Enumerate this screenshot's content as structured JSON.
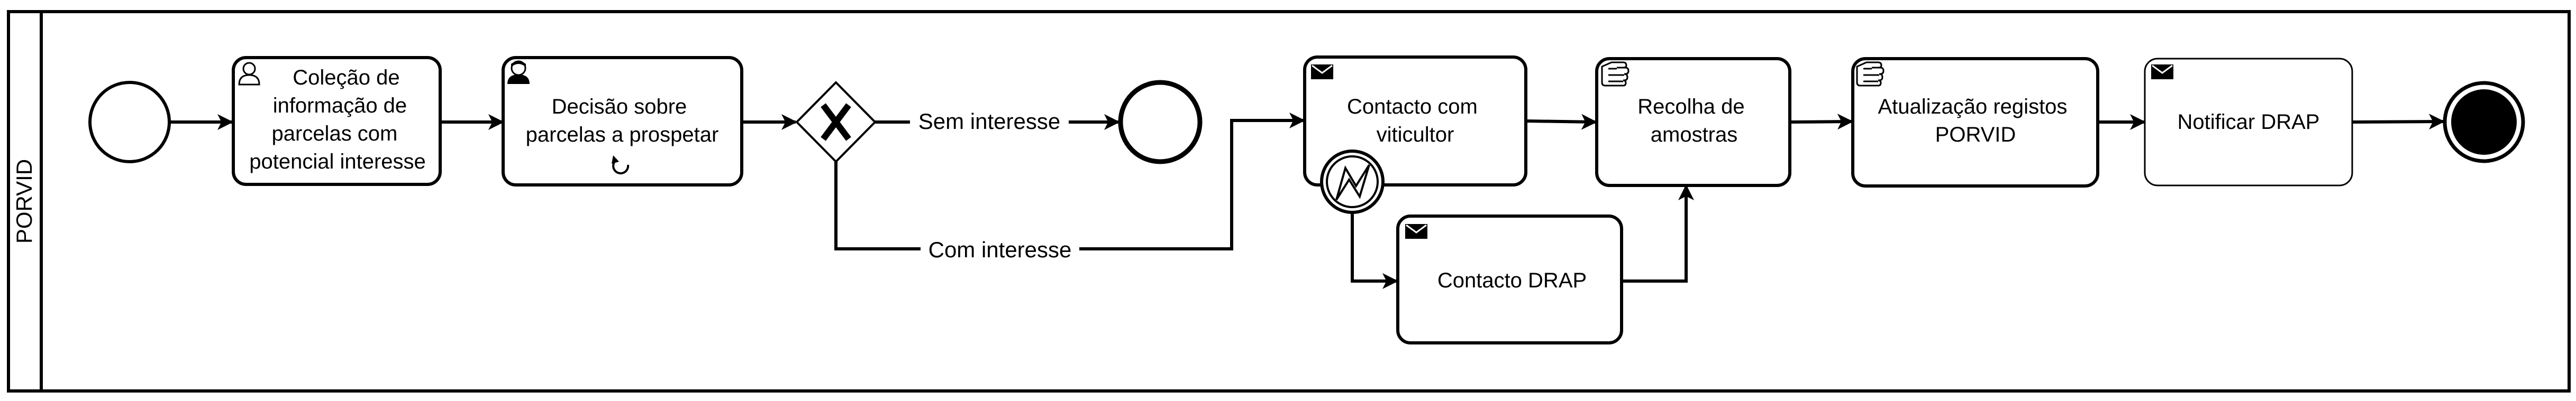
{
  "pool": {
    "label": "PORVID"
  },
  "tasks": {
    "colecao": {
      "lines": [
        "Coleção de",
        "informação de",
        "parcelas com",
        "potencial interesse"
      ],
      "type": "user",
      "icon": "user-task-icon"
    },
    "decisao": {
      "lines": [
        "Decisão sobre",
        "parcelas a prospetar"
      ],
      "type": "manual-loop",
      "icon": "person-task-icon"
    },
    "contacto_viticultor": {
      "lines": [
        "Contacto com",
        "viticultor"
      ],
      "type": "send",
      "icon": "envelope-icon"
    },
    "recolha": {
      "lines": [
        "Recolha de",
        "amostras"
      ],
      "type": "manual",
      "icon": "hand-icon"
    },
    "atualizacao": {
      "lines": [
        "Atualização registos",
        "PORVID"
      ],
      "type": "manual",
      "icon": "hand-icon"
    },
    "notificar": {
      "lines": [
        "Notificar DRAP"
      ],
      "type": "send",
      "icon": "envelope-icon"
    },
    "contacto_drap": {
      "lines": [
        "Contacto DRAP"
      ],
      "type": "send",
      "icon": "envelope-icon"
    }
  },
  "edges": {
    "sem_interesse": "Sem interesse",
    "com_interesse": "Com interesse"
  }
}
